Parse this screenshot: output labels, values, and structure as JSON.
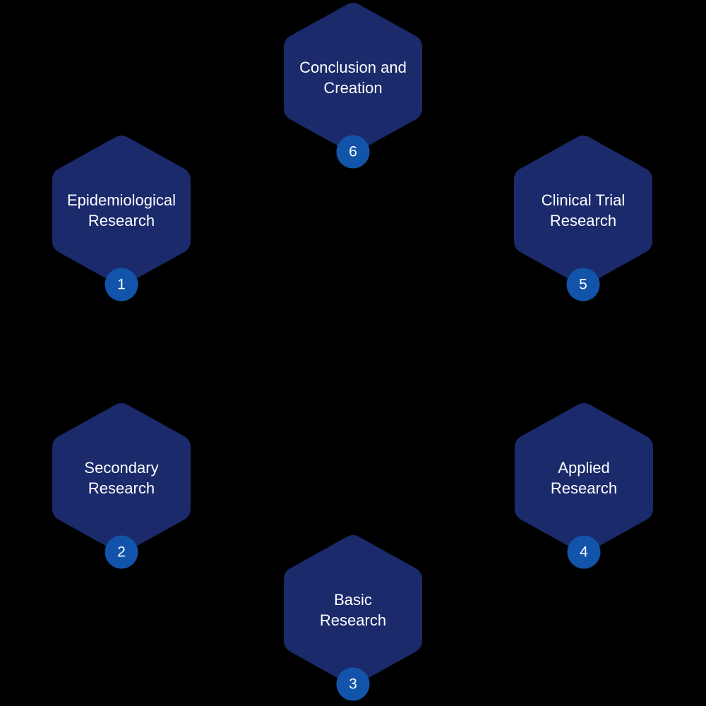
{
  "background_color": "#000000",
  "colors": {
    "hexagon": "#1a2a6b",
    "badge": "#1254a9",
    "text": "#ffffff"
  },
  "steps": [
    {
      "number": "1",
      "label": "Epidemiological Research",
      "lines": [
        "Epidemiological",
        "Research"
      ],
      "position": "upper-left"
    },
    {
      "number": "2",
      "label": "Secondary Research",
      "lines": [
        "Secondary",
        "Research"
      ],
      "position": "lower-left"
    },
    {
      "number": "3",
      "label": "Basic Research",
      "lines": [
        "Basic",
        "Research"
      ],
      "position": "bottom-center"
    },
    {
      "number": "4",
      "label": "Applied Research",
      "lines": [
        "Applied",
        "Research"
      ],
      "position": "lower-right"
    },
    {
      "number": "5",
      "label": "Clinical Trial Research",
      "lines": [
        "Clinical Trial",
        "Research"
      ],
      "position": "upper-right"
    },
    {
      "number": "6",
      "label": "Conclusion and Creation",
      "lines": [
        "Conclusion and",
        "Creation"
      ],
      "position": "top-center"
    }
  ]
}
